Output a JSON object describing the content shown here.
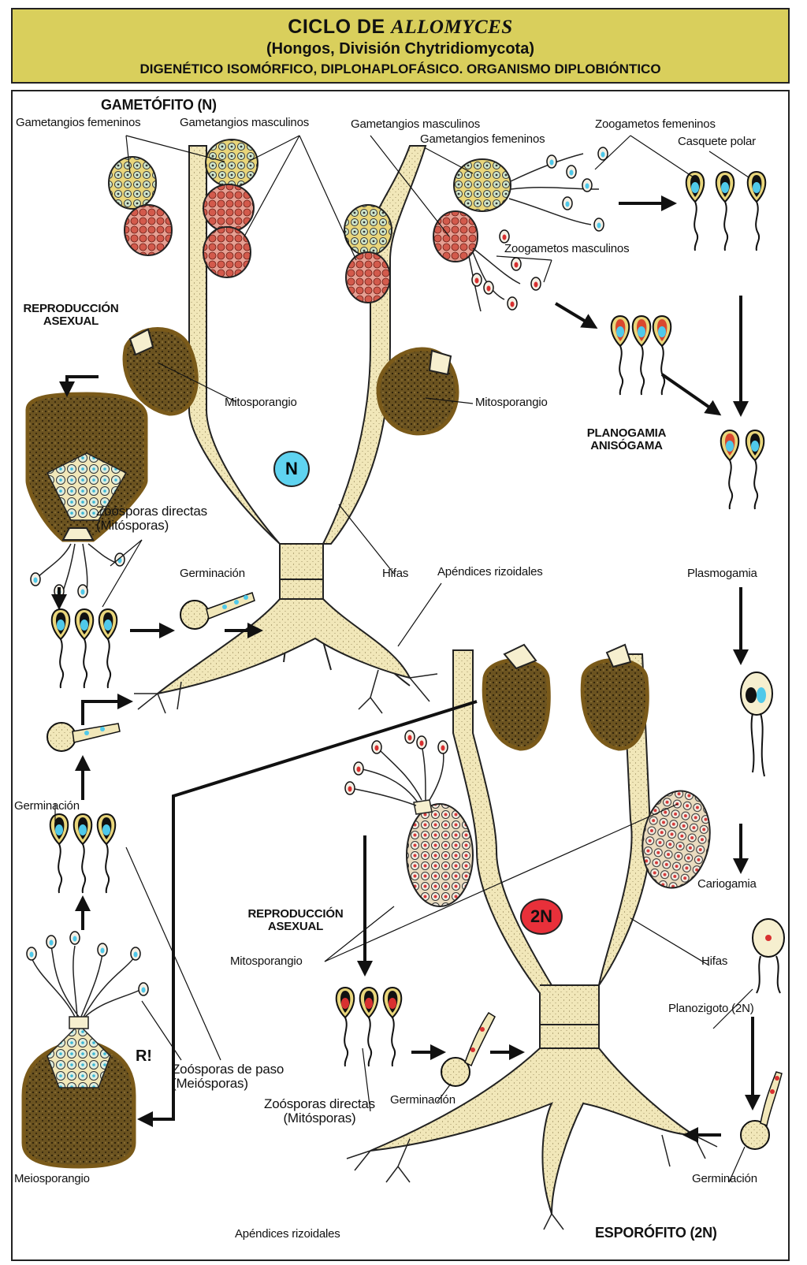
{
  "title": {
    "line1_prefix": "CICLO DE ",
    "line1_genus": "ALLOMYCES",
    "line2": "(Hongos, División Chytridiomycota)",
    "line3": "DIGENÉTICO ISOMÓRFICO, DIPLOHAPLOFÁSICO. ORGANISMO DIPLOBIÓNTICO"
  },
  "colors": {
    "title_bg": "#d9cf5c",
    "hypha": "#f1e7b9",
    "sporangium": "#6b5320",
    "male_gametangium": "#d97468",
    "female_gametangium": "#e9d67b",
    "haploid_badge": "#5fd3f0",
    "diploid_badge": "#e8303a"
  },
  "badges": {
    "haploid": "N",
    "diploid": "2N"
  },
  "labels": {
    "gametofito": "GAMETÓFITO (N)",
    "gam_fem_left": "Gametangios femeninos",
    "gam_masc_left": "Gametangios masculinos",
    "gam_masc_right": "Gametangios masculinos",
    "gam_fem_right": "Gametangios femeninos",
    "zoogametos_fem": "Zoogametos femeninos",
    "casquete_polar": "Casquete polar",
    "zoogametos_masc": "Zoogametos masculinos",
    "repro_asexual_top": "REPRODUCCIÓN\nASEXUAL",
    "mitosporangio_left": "Mitosporangio",
    "mitosporangio_right": "Mitosporangio",
    "planogamia": "PLANOGAMIA\nANISÓGAMA",
    "zoosporas_directas_top": "Zoósporas directas\n(Mitósporas)",
    "germinacion_top": "Germinación",
    "hifas_top": "Hifas",
    "apendices_top": "Apéndices rizoidales",
    "plasmogamia": "Plasmogamia",
    "germinacion_left": "Germinación",
    "repro_asexual_bottom": "REPRODUCCIÓN\nASEXUAL",
    "mitosporangio_bottom": "Mitosporangio",
    "cariogamia": "Cariogamia",
    "hifas_bottom": "Hifas",
    "planozigoto": "Planozigoto (2N)",
    "r_mark": "R!",
    "zoosporas_paso": "Zoósporas de paso\n(Meiósporas)",
    "zoosporas_directas_bottom": "Zoósporas directas\n(Mitósporas)",
    "germinacion_bottom": "Germinación",
    "germinacion_right": "Germinación",
    "meiosporangio": "Meiosporangio",
    "apendices_bottom": "Apéndices rizoidales",
    "esporofito": "ESPORÓFITO (2N)"
  }
}
